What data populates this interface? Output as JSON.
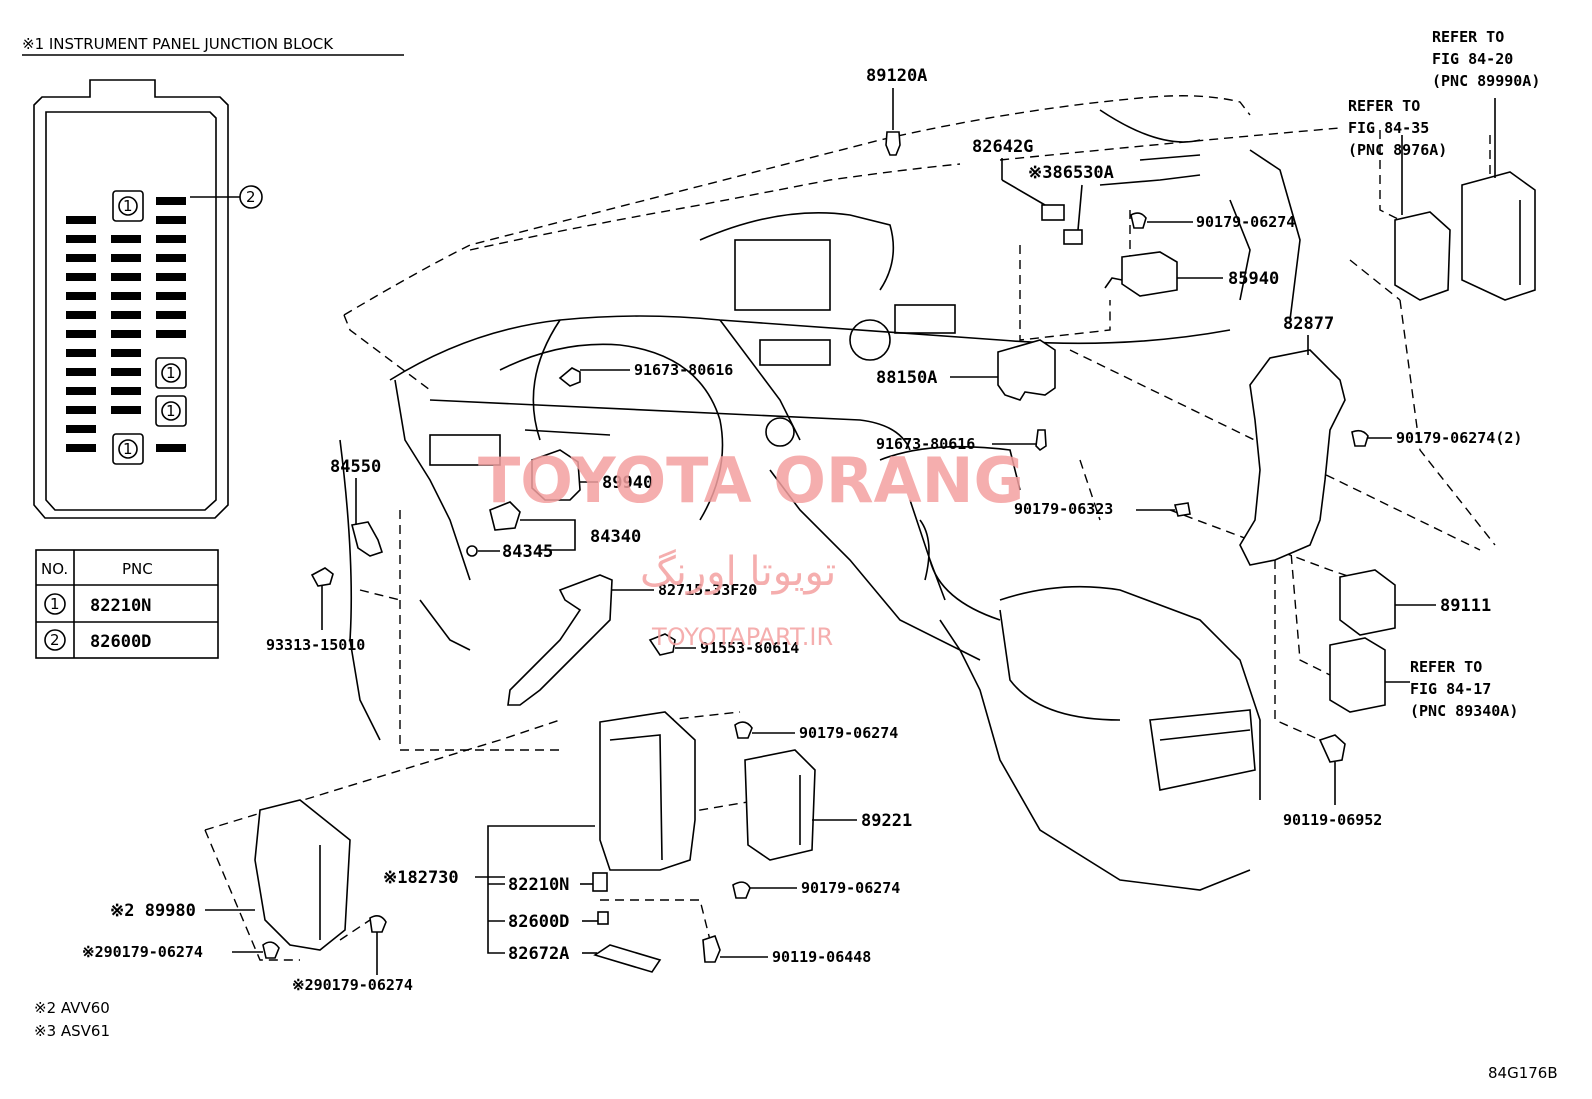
{
  "junction_block": {
    "title": "※1 INSTRUMENT PANEL JUNCTION BLOCK",
    "callout_1": "1",
    "callout_2": "2",
    "table": {
      "headers": [
        "NO.",
        "PNC"
      ],
      "rows": [
        {
          "no": "1",
          "pnc": "82210N"
        },
        {
          "no": "2",
          "pnc": "82600D"
        }
      ]
    }
  },
  "labels": {
    "p89120A": "89120A",
    "p82642G": "82642G",
    "p86530A": "※386530A",
    "p90179_06274_top": "90179-06274",
    "p85940": "85940",
    "p91673_80616_a": "91673-80616",
    "p88150A": "88150A",
    "p91673_80616_b": "91673-80616",
    "p82877": "82877",
    "p90179_06274_2": "90179-06274(2)",
    "p90179_06323": "90179-06323",
    "p84550": "84550",
    "p89940": "89940",
    "p84340": "84340",
    "p84345": "84345",
    "p82715_33F20": "82715-33F20",
    "p93313_15010": "93313-15010",
    "p91553_80614": "91553-80614",
    "p89111": "89111",
    "p90179_06274_mid": "90179-06274",
    "p89221": "89221",
    "p90179_06274_low": "90179-06274",
    "p82730": "※182730",
    "p82210N": "82210N",
    "p82600D": "82600D",
    "p82672A": "82672A",
    "p90119_06448": "90119-06448",
    "p89980": "※2 89980",
    "p90179_06274_left": "※290179-06274",
    "p90179_06274_bottom": "※290179-06274",
    "p90119_06952": "90119-06952"
  },
  "refers": {
    "fig84_20": [
      "REFER TO",
      "FIG 84-20",
      "(PNC 89990A)"
    ],
    "fig84_35": [
      "REFER TO",
      "FIG 84-35",
      "(PNC 8976A)"
    ],
    "fig84_17": [
      "REFER TO",
      "FIG 84-17",
      "(PNC 89340A)"
    ]
  },
  "notes": [
    "※2 AVV60",
    "※3 ASV61"
  ],
  "figure_id": "84G176B",
  "watermark": {
    "main": "TOYOTA ORANG",
    "persian": "تویوتا اورنگ",
    "site": "TOYOTAPART.IR"
  },
  "colors": {
    "line": "#000000",
    "watermark": "#f4a0a0",
    "background": "#ffffff"
  }
}
